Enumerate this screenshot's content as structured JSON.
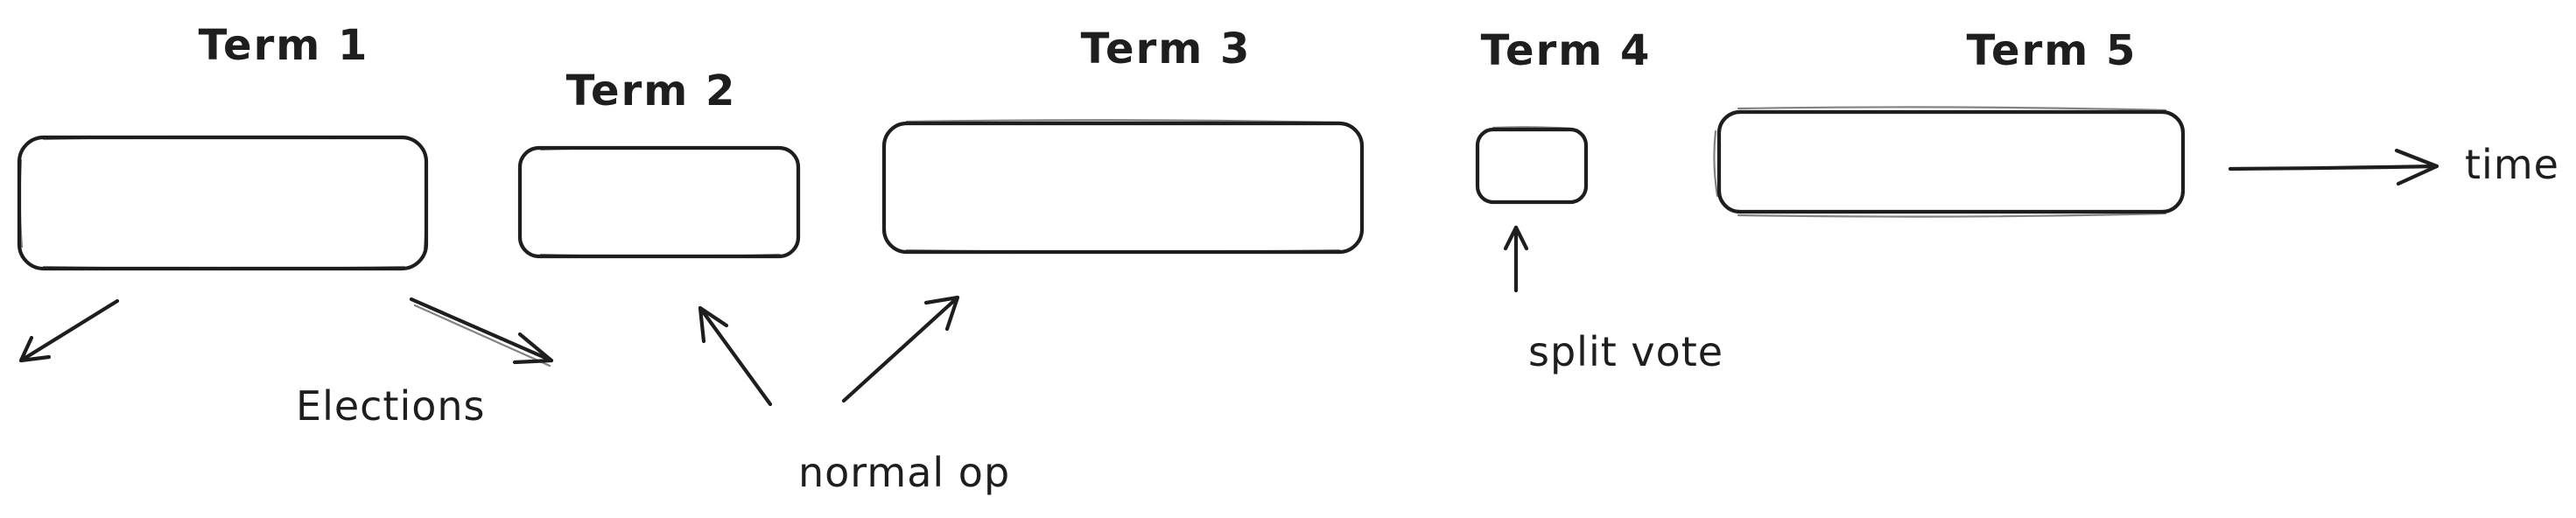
{
  "terms": [
    {
      "label": "Term 1"
    },
    {
      "label": "Term 2"
    },
    {
      "label": "Term 3"
    },
    {
      "label": "Term 4"
    },
    {
      "label": "Term 5"
    }
  ],
  "annotations": {
    "elections": "Elections",
    "normal_op": "normal op",
    "split_vote": "split vote",
    "time": "time"
  },
  "colors": {
    "stroke": "#1e1e1e",
    "background": "#ffffff"
  }
}
